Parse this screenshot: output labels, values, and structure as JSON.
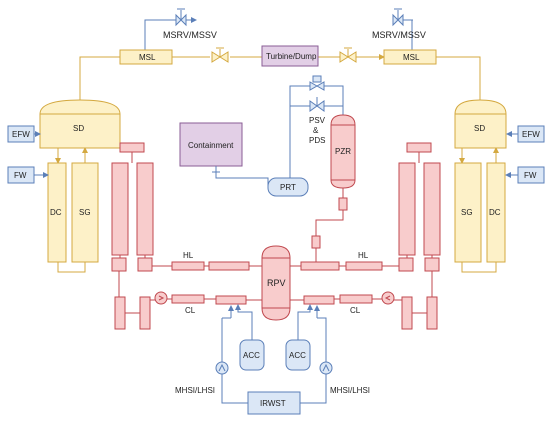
{
  "diagram": {
    "labels": {
      "msrv_left": "MSRV/MSSV",
      "msrv_right": "MSRV/MSSV",
      "msl_left": "MSL",
      "msl_right": "MSL",
      "turbine": "Turbine/Dump",
      "containment": "Containment",
      "psv": "PSV",
      "amp": "&",
      "pds": "PDS",
      "pzr": "PZR",
      "prt": "PRT",
      "sd_left": "SD",
      "sd_right": "SD",
      "efw_left": "EFW",
      "efw_right": "EFW",
      "fw_left": "FW",
      "fw_right": "FW",
      "dc_left": "DC",
      "sg_left": "SG",
      "sg_right": "SG",
      "dc_right": "DC",
      "hl_left": "HL",
      "hl_right": "HL",
      "rpv": "RPV",
      "cl_left": "CL",
      "cl_right": "CL",
      "acc_left": "ACC",
      "acc_right": "ACC",
      "mhsi_left": "MHSI/LHSI",
      "mhsi_right": "MHSI/LHSI",
      "irwst": "IRWST"
    },
    "colors": {
      "primary_loop": "#c0494f",
      "secondary_loop": "#d4a940",
      "safety_injection": "#5b7fb8",
      "containment": "#8a5d95"
    }
  }
}
